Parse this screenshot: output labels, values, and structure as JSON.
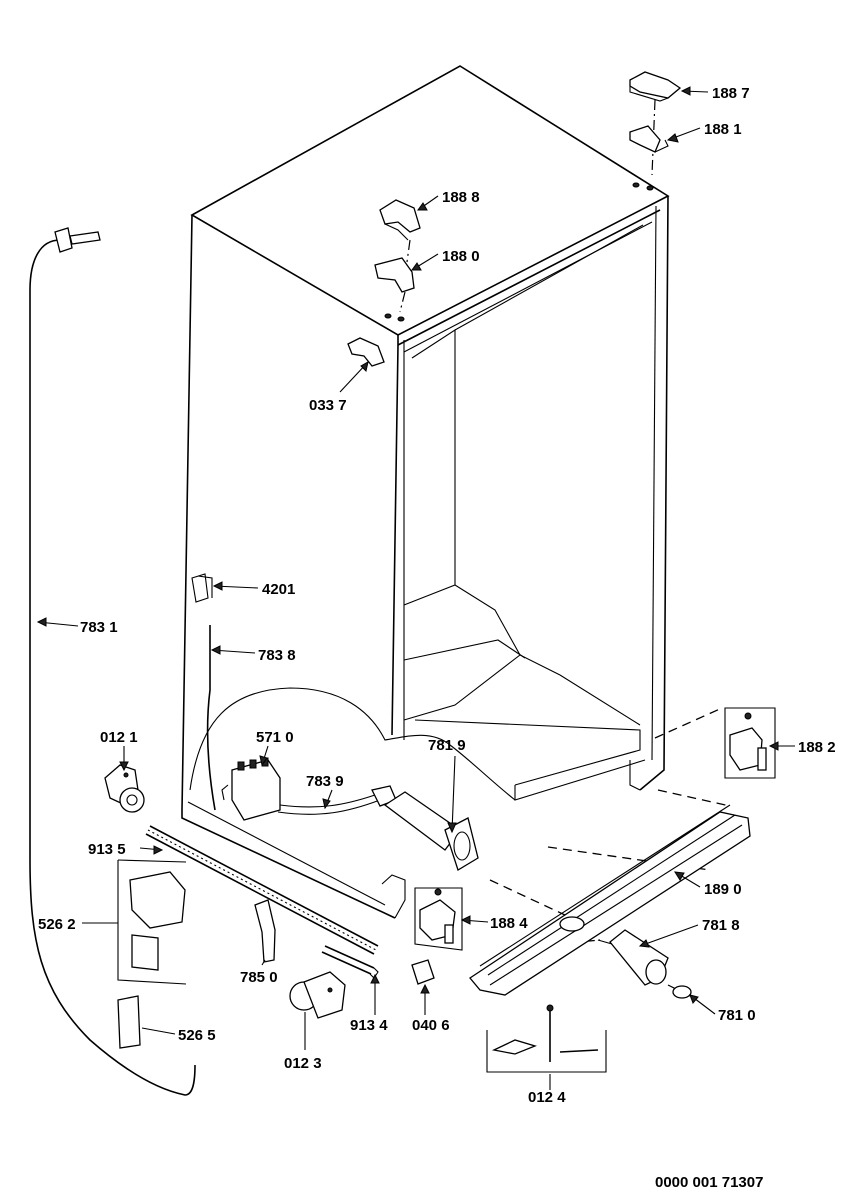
{
  "parts": [
    {
      "id": "p1887",
      "label": "188 7"
    },
    {
      "id": "p1881",
      "label": "188 1"
    },
    {
      "id": "p1888",
      "label": "188 8"
    },
    {
      "id": "p1880",
      "label": "188 0"
    },
    {
      "id": "p0337",
      "label": "033 7"
    },
    {
      "id": "p4201",
      "label": "4201"
    },
    {
      "id": "p7831",
      "label": "783 1"
    },
    {
      "id": "p7838",
      "label": "783 8"
    },
    {
      "id": "p0121",
      "label": "012 1"
    },
    {
      "id": "p5710",
      "label": "571 0"
    },
    {
      "id": "p7839",
      "label": "783 9"
    },
    {
      "id": "p7819",
      "label": "781 9"
    },
    {
      "id": "p1882",
      "label": "188 2"
    },
    {
      "id": "p9135",
      "label": "913 5"
    },
    {
      "id": "p1890",
      "label": "189 0"
    },
    {
      "id": "p5262",
      "label": "526 2"
    },
    {
      "id": "p1884",
      "label": "188 4"
    },
    {
      "id": "p7818",
      "label": "781 8"
    },
    {
      "id": "p7850",
      "label": "785 0"
    },
    {
      "id": "p9134",
      "label": "913 4"
    },
    {
      "id": "p0406",
      "label": "040 6"
    },
    {
      "id": "p7810",
      "label": "781 0"
    },
    {
      "id": "p5265",
      "label": "526 5"
    },
    {
      "id": "p0123",
      "label": "012 3"
    },
    {
      "id": "p0124",
      "label": "012 4"
    }
  ],
  "drawing_number": "0000 001 71307"
}
